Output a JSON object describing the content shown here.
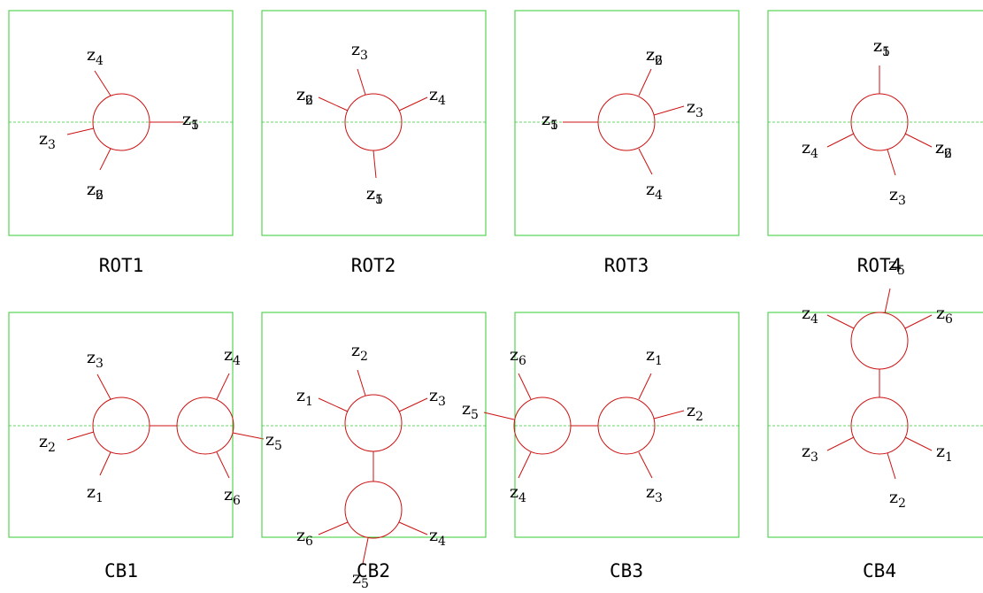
{
  "panels": [
    {
      "label": "ROT1",
      "z": {
        "a": "z",
        "a_sub": "4",
        "b": "z",
        "b_sub": "3",
        "c": "z",
        "c_sub": "6",
        "d": "z",
        "d_sub": "5",
        "e": "z",
        "e_sub": "2",
        "f": "z",
        "f_sub": "1"
      }
    },
    {
      "label": "ROT2",
      "z": {
        "a": "z",
        "a_sub": "3",
        "b": "z",
        "b_sub": "6",
        "c": "z",
        "c_sub": "4",
        "d": "z",
        "d_sub": "5",
        "e": "z",
        "e_sub": "2",
        "f": "z",
        "f_sub": "1"
      }
    },
    {
      "label": "ROT3",
      "z": {
        "a": "z",
        "a_sub": "6",
        "b": "z",
        "b_sub": "3",
        "c": "z",
        "c_sub": "4",
        "d": "z",
        "d_sub": "5",
        "e": "z",
        "e_sub": "2",
        "f": "z",
        "f_sub": "1"
      }
    },
    {
      "label": "ROT4",
      "z": {
        "a": "z",
        "a_sub": "5",
        "b": "z",
        "b_sub": "4",
        "c": "z",
        "c_sub": "6",
        "d": "z",
        "d_sub": "3",
        "e": "z",
        "e_sub": "1",
        "f": "z",
        "f_sub": "2"
      }
    },
    {
      "label": "CB1",
      "z": {
        "a": "z",
        "a_sub": "3",
        "b": "z",
        "b_sub": "2",
        "c": "z",
        "c_sub": "1",
        "d": "z",
        "d_sub": "4",
        "e": "z",
        "e_sub": "5",
        "f": "z",
        "f_sub": "6"
      }
    },
    {
      "label": "CB2",
      "z": {
        "a": "z",
        "a_sub": "2",
        "b": "z",
        "b_sub": "1",
        "c": "z",
        "c_sub": "3",
        "d": "z",
        "d_sub": "6",
        "e": "z",
        "e_sub": "4",
        "f": "z",
        "f_sub": "5"
      }
    },
    {
      "label": "CB3",
      "z": {
        "a": "z",
        "a_sub": "6",
        "b": "z",
        "b_sub": "5",
        "c": "z",
        "c_sub": "4",
        "d": "z",
        "d_sub": "1",
        "e": "z",
        "e_sub": "2",
        "f": "z",
        "f_sub": "3"
      }
    },
    {
      "label": "CB4",
      "z": {
        "a": "z",
        "a_sub": "4",
        "b": "z",
        "b_sub": "6",
        "c": "z",
        "c_sub": "5",
        "d": "z",
        "d_sub": "3",
        "e": "z",
        "e_sub": "1",
        "f": "z",
        "f_sub": "2"
      }
    }
  ]
}
